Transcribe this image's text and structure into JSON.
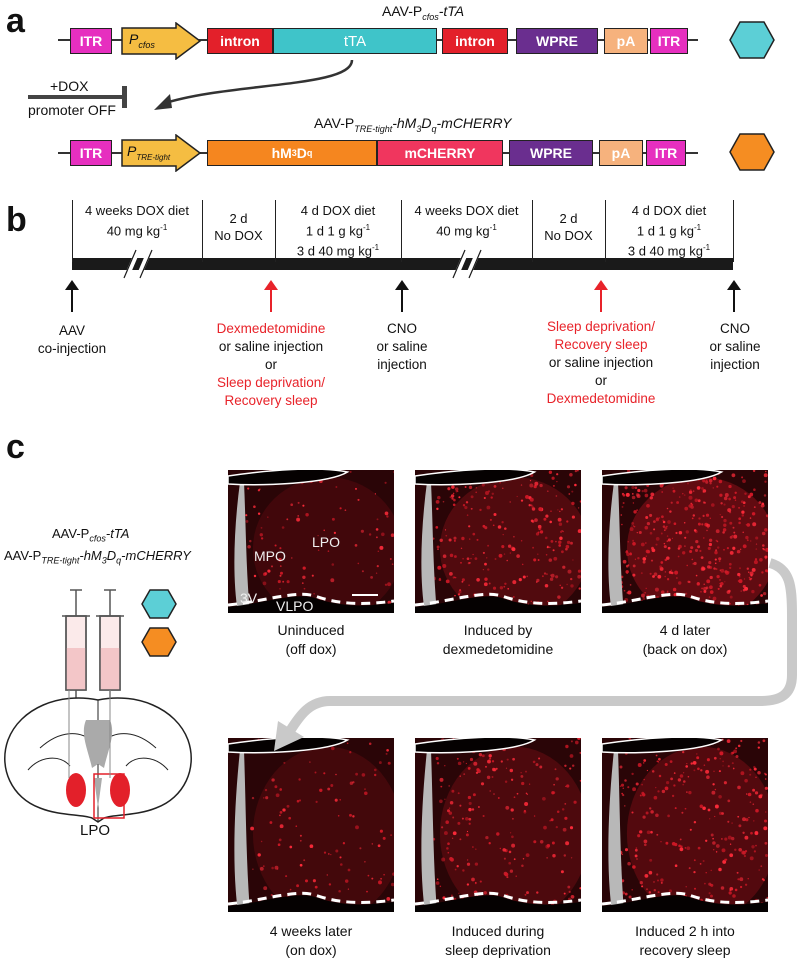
{
  "panels": {
    "a": "a",
    "b": "b",
    "c": "c"
  },
  "panel_a": {
    "vector1": {
      "title_prefix": "AAV-P",
      "title_sub": "cfos",
      "title_suffix": "-tTA",
      "elements": {
        "itr_left": "ITR",
        "promoter": "P",
        "promoter_sub": "cfos",
        "intron1": "intron",
        "tta": "tTA",
        "intron2": "intron",
        "wpre": "WPRE",
        "pa": "pA",
        "itr_right": "ITR"
      }
    },
    "vector2": {
      "title_prefix": "AAV-P",
      "title_sub": "TRE-tight",
      "title_mid": "-hM",
      "title_sub2": "3",
      "title_mid2": "D",
      "title_sub3": "q",
      "title_suffix": "-mCHERRY",
      "elements": {
        "itr_left": "ITR",
        "promoter": "P",
        "promoter_sub": "TRE-tight",
        "hm3dq": "hM",
        "hm3dq_sub": "3",
        "hm3dq_end": "D",
        "hm3dq_sub2": "q",
        "mcherry": "mCHERRY",
        "wpre": "WPRE",
        "pa": "pA",
        "itr_right": "ITR"
      }
    },
    "dox_label": "+DOX",
    "promoter_off": "promoter OFF",
    "colors": {
      "itr": "#e62fbf",
      "promoter": "#f5bd42",
      "intron": "#e3202a",
      "tta": "#3fc4c9",
      "wpre": "#6a2e8f",
      "pa": "#f6b27d",
      "hm3dq": "#f5861f",
      "mcherry": "#f0365e",
      "hex_cyan": "#5ccfd6",
      "hex_orange": "#f58d22"
    }
  },
  "panel_b": {
    "segments": [
      {
        "line1": "4 weeks DOX diet",
        "line2": "40 mg kg",
        "sup2": "-1",
        "line3": ""
      },
      {
        "line1": "2 d",
        "line2": "No DOX",
        "sup2": "",
        "line3": ""
      },
      {
        "line1": "4 d DOX diet",
        "line2": "1 d 1 g kg",
        "sup2": "-1",
        "line3": "3 d 40 mg kg",
        "sup3": "-1"
      },
      {
        "line1": "4 weeks DOX diet",
        "line2": "40 mg kg",
        "sup2": "-1",
        "line3": ""
      },
      {
        "line1": "2 d",
        "line2": "No DOX",
        "sup2": "",
        "line3": ""
      },
      {
        "line1": "4 d DOX diet",
        "line2": "1 d 1 g kg",
        "sup2": "-1",
        "line3": "3 d 40 mg kg",
        "sup3": "-1"
      }
    ],
    "events": [
      {
        "lines": [
          {
            "t": "AAV",
            "red": false
          },
          {
            "t": "co-injection",
            "red": false
          }
        ],
        "arrow_color": "#111111"
      },
      {
        "lines": [
          {
            "t": "Dexmedetomidine",
            "red": true
          },
          {
            "t": "or saline injection",
            "red": false
          },
          {
            "t": "or",
            "red": false
          },
          {
            "t": "Sleep deprivation/",
            "red": true
          },
          {
            "t": "Recovery sleep",
            "red": true
          }
        ],
        "arrow_color": "#e8232a"
      },
      {
        "lines": [
          {
            "t": "CNO",
            "red": false
          },
          {
            "t": "or saline",
            "red": false
          },
          {
            "t": "injection",
            "red": false
          }
        ],
        "arrow_color": "#111111"
      },
      {
        "lines": [
          {
            "t": "Sleep deprivation/",
            "red": true
          },
          {
            "t": "Recovery sleep",
            "red": true
          },
          {
            "t": "or saline injection",
            "red": false
          },
          {
            "t": "or",
            "red": false
          },
          {
            "t": "Dexmedetomidine",
            "red": true
          }
        ],
        "arrow_color": "#e8232a"
      },
      {
        "lines": [
          {
            "t": "CNO",
            "red": false
          },
          {
            "t": "or saline",
            "red": false
          },
          {
            "t": "injection",
            "red": false
          }
        ],
        "arrow_color": "#111111"
      }
    ]
  },
  "panel_c": {
    "vector_label1_prefix": "AAV-P",
    "vector_label1_sub": "cfos",
    "vector_label1_suffix": "-tTA",
    "vector_label2_prefix": "AAV-P",
    "vector_label2_sub": "TRE-tight",
    "vector_label2_mid": "-hM",
    "vector_label2_sub2": "3",
    "vector_label2_mid2": "D",
    "vector_label2_sub3": "q",
    "vector_label2_suffix": "-mCHERRY",
    "brain_region": "LPO",
    "region_labels": {
      "mpo": "MPO",
      "lpo": "LPO",
      "v3": "3V",
      "vlpo": "VLPO"
    },
    "images": [
      {
        "caption1": "Uninduced",
        "caption2": "(off dox)",
        "density": 0.15
      },
      {
        "caption1": "Induced by",
        "caption2": "dexmedetomidine",
        "density": 0.55
      },
      {
        "caption1": "4 d later",
        "caption2": "(back on dox)",
        "density": 0.95
      },
      {
        "caption1": "4 weeks later",
        "caption2": "(on dox)",
        "density": 0.2
      },
      {
        "caption1": "Induced during",
        "caption2": "sleep deprivation",
        "density": 0.45
      },
      {
        "caption1": "Induced 2 h into",
        "caption2": "recovery sleep",
        "density": 0.6
      }
    ]
  }
}
